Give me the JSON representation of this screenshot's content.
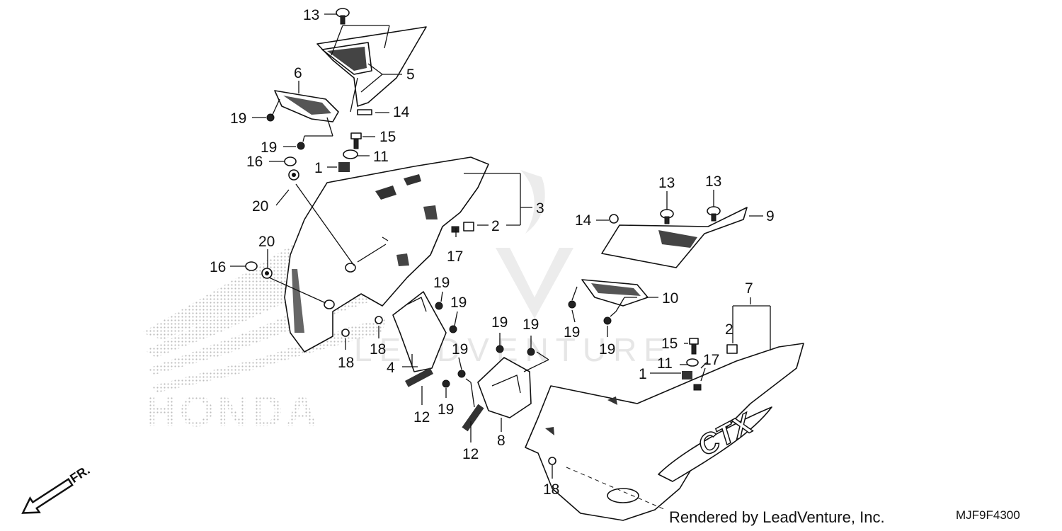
{
  "brand_watermark": "HONDA",
  "vendor_watermark": "LEADVENTURE",
  "direction": {
    "label": "FR."
  },
  "callouts": [
    {
      "id": "c13a",
      "text": "13"
    },
    {
      "id": "c5",
      "text": "5"
    },
    {
      "id": "c6",
      "text": "6"
    },
    {
      "id": "c14a",
      "text": "14"
    },
    {
      "id": "c19a",
      "text": "19"
    },
    {
      "id": "c19b",
      "text": "19"
    },
    {
      "id": "c15a",
      "text": "15"
    },
    {
      "id": "c11a",
      "text": "11"
    },
    {
      "id": "c1a",
      "text": "1"
    },
    {
      "id": "c16a",
      "text": "16"
    },
    {
      "id": "c20a",
      "text": "20"
    },
    {
      "id": "c3",
      "text": "3"
    },
    {
      "id": "c2a",
      "text": "2"
    },
    {
      "id": "c17a",
      "text": "17"
    },
    {
      "id": "c20b",
      "text": "20"
    },
    {
      "id": "c16b",
      "text": "16"
    },
    {
      "id": "c19c",
      "text": "19"
    },
    {
      "id": "c19d",
      "text": "19"
    },
    {
      "id": "c18a",
      "text": "18"
    },
    {
      "id": "c18b",
      "text": "18"
    },
    {
      "id": "c4",
      "text": "4"
    },
    {
      "id": "c12a",
      "text": "12"
    },
    {
      "id": "c19e",
      "text": "19"
    },
    {
      "id": "c19f",
      "text": "19"
    },
    {
      "id": "c19g",
      "text": "19"
    },
    {
      "id": "c19h",
      "text": "19"
    },
    {
      "id": "c12b",
      "text": "12"
    },
    {
      "id": "c8",
      "text": "8"
    },
    {
      "id": "c14b",
      "text": "14"
    },
    {
      "id": "c13b",
      "text": "13"
    },
    {
      "id": "c13c",
      "text": "13"
    },
    {
      "id": "c9",
      "text": "9"
    },
    {
      "id": "c10",
      "text": "10"
    },
    {
      "id": "c19i",
      "text": "19"
    },
    {
      "id": "c19j",
      "text": "19"
    },
    {
      "id": "c7",
      "text": "7"
    },
    {
      "id": "c2b",
      "text": "2"
    },
    {
      "id": "c15b",
      "text": "15"
    },
    {
      "id": "c17b",
      "text": "17"
    },
    {
      "id": "c11b",
      "text": "11"
    },
    {
      "id": "c1b",
      "text": "1"
    },
    {
      "id": "c18c",
      "text": "18"
    }
  ],
  "footer": {
    "credit": "Rendered by LeadVenture, Inc.",
    "diagram_code": "MJF9F4300"
  }
}
